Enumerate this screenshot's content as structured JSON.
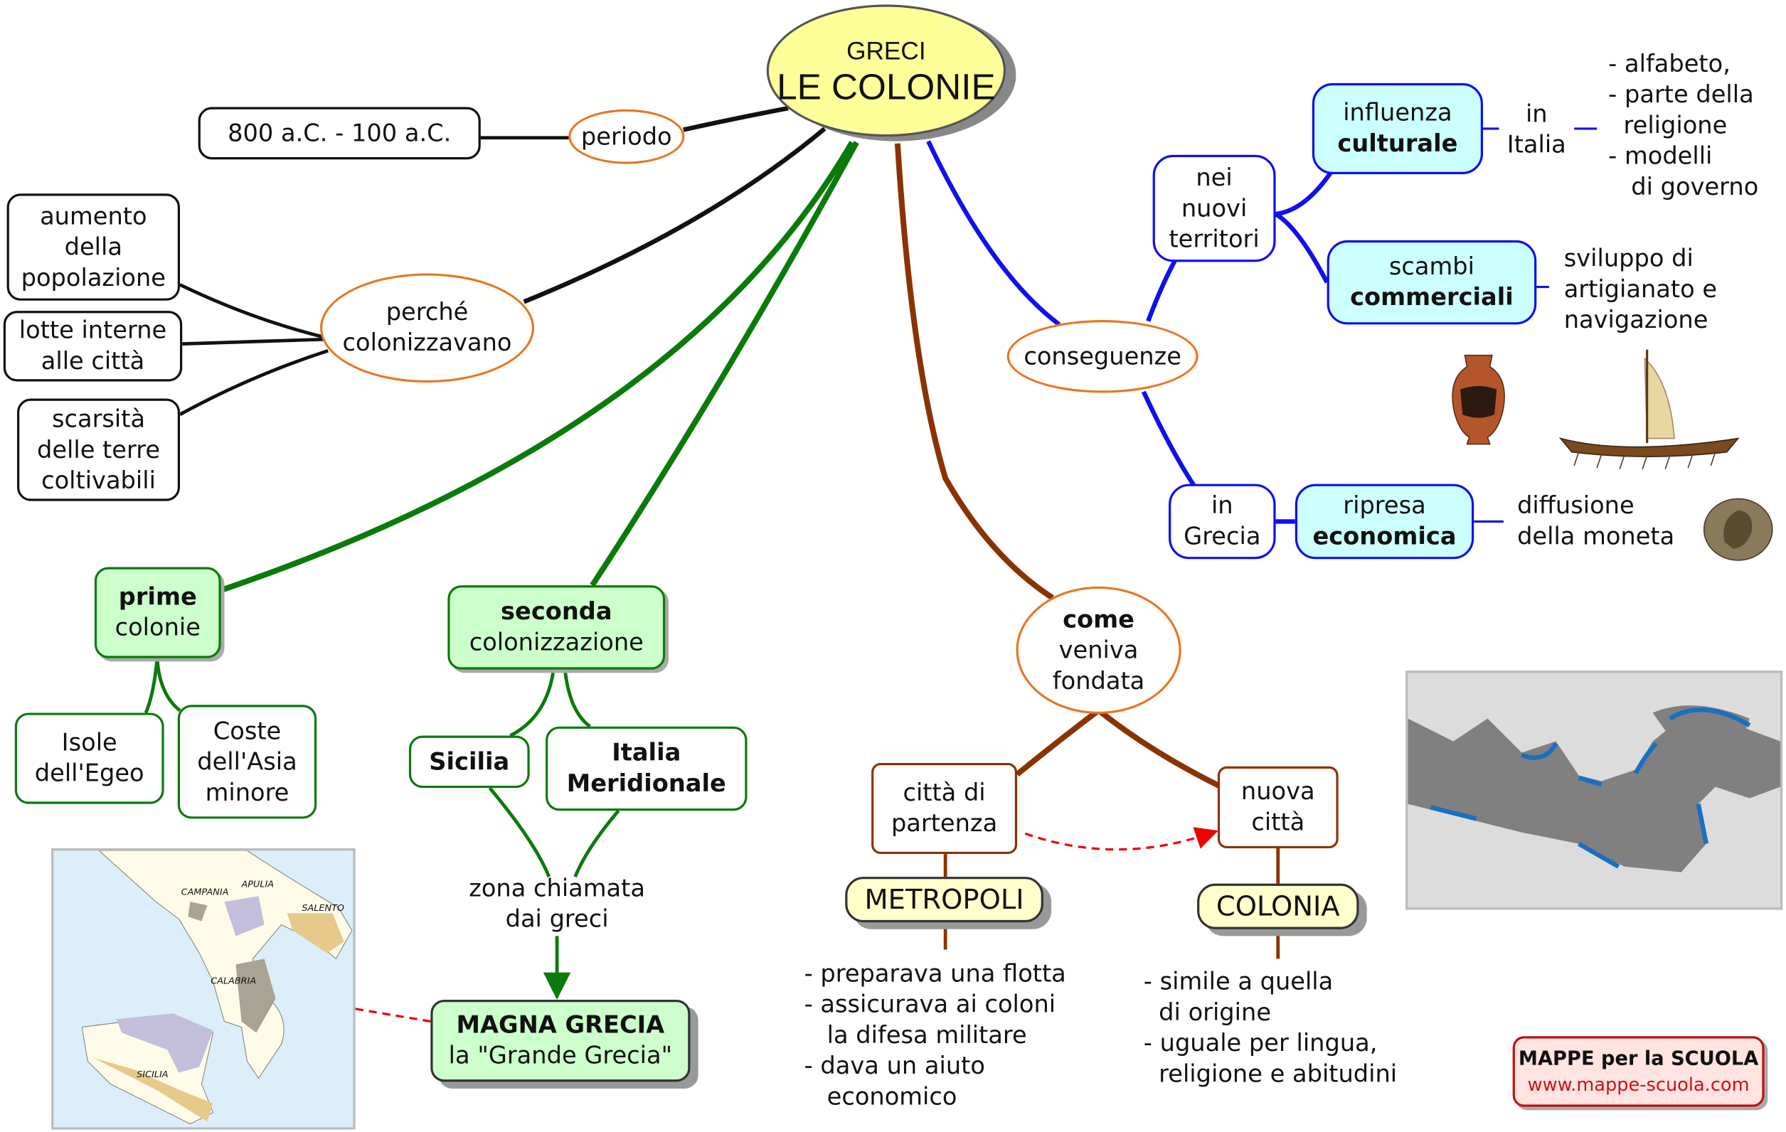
{
  "title": {
    "line1": "GRECI",
    "line2": "LE COLONIE"
  },
  "periodo": {
    "label": "periodo",
    "value": "800 a.C. - 100 a.C."
  },
  "perche": {
    "label_1": "perché",
    "label_2": "colonizzavano",
    "reasons": [
      [
        "aumento",
        "della",
        "popolazione"
      ],
      [
        "lotte interne",
        "alle città"
      ],
      [
        "scarsità",
        "delle terre",
        "coltivabili"
      ]
    ]
  },
  "prime": {
    "bold": "prime",
    "rest": "colonie",
    "places": [
      [
        "Isole",
        "dell'Egeo"
      ],
      [
        "Coste",
        "dell'Asia",
        "minore"
      ]
    ]
  },
  "seconda": {
    "bold": "seconda",
    "rest": "colonizzazione",
    "places": [
      "Sicilia",
      [
        "Italia",
        "Meridionale"
      ]
    ],
    "zona": [
      "zona chiamata",
      "dai greci"
    ]
  },
  "magna": {
    "bold": "MAGNA GRECIA",
    "rest": "la \"Grande Grecia\""
  },
  "come": {
    "bold": "come",
    "rest": [
      "veniva",
      "fondata"
    ]
  },
  "partenza": {
    "label": [
      "città di",
      "partenza"
    ],
    "tag": "METROPOLI",
    "bullets": [
      "- preparava una flotta",
      "- assicurava ai coloni",
      "   la difesa militare",
      "- dava un aiuto",
      "   economico"
    ]
  },
  "nuova": {
    "label": [
      "nuova",
      "città"
    ],
    "tag": "COLONIA",
    "bullets": [
      "- simile a quella",
      "  di origine",
      "- uguale per lingua,",
      "  religione e abitudini"
    ]
  },
  "conseguenze": {
    "label": "conseguenze",
    "nuovi": [
      "nei",
      "nuovi",
      "territori"
    ],
    "culturale": {
      "top": "influenza",
      "bold": "culturale",
      "in": [
        "in",
        "Italia"
      ],
      "list": [
        "- alfabeto,",
        "- parte della",
        "  religione",
        "- modelli",
        "   di governo"
      ]
    },
    "commerciali": {
      "top": "scambi",
      "bold": "commerciali",
      "desc": [
        "sviluppo di",
        "artigianato e",
        "navigazione"
      ]
    },
    "grecia": [
      "in",
      "Grecia"
    ],
    "economica": {
      "top": "ripresa",
      "bold": "economica",
      "desc": [
        "diffusione",
        "della moneta"
      ]
    }
  },
  "map_labels": [
    "CAMPANIA",
    "APULIA",
    "SALENTO",
    "CALABRIA",
    "SICILIA"
  ],
  "logo": {
    "line1": "MAPPE per la SCUOLA",
    "line2": "www.mappe-scuola.com"
  },
  "colors": {
    "title_fill": "#ffff99",
    "orange_border": "#e87722",
    "green": "#0a7a0a",
    "green_fill": "#ccffcc",
    "blue": "#1010ee",
    "cyan_fill": "#ccffff",
    "brown": "#8b3300",
    "tag_fill": "#ffffcc"
  }
}
